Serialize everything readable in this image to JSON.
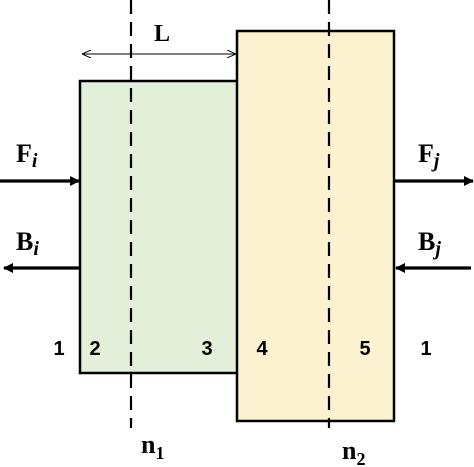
{
  "diagram": {
    "colors": {
      "left_block_fill": "#e2efd9",
      "right_block_fill": "#fdf2d0",
      "stroke": "#000000"
    },
    "dimension_label": "L",
    "arrows": {
      "f_i": {
        "letter": "F",
        "subscript": "i"
      },
      "b_i": {
        "letter": "B",
        "subscript": "i"
      },
      "f_j": {
        "letter": "F",
        "subscript": "j"
      },
      "b_j": {
        "letter": "B",
        "subscript": "j"
      }
    },
    "node_lines": {
      "n1": {
        "letter": "n",
        "subscript": "1"
      },
      "n2": {
        "letter": "n",
        "subscript": "2"
      }
    },
    "surface_numbers": {
      "outer_left": "1",
      "left_block_left_face": "2",
      "left_block_right_face": "3",
      "right_block_left_face": "4",
      "right_block_right_face": "5",
      "outer_right": "1"
    }
  }
}
